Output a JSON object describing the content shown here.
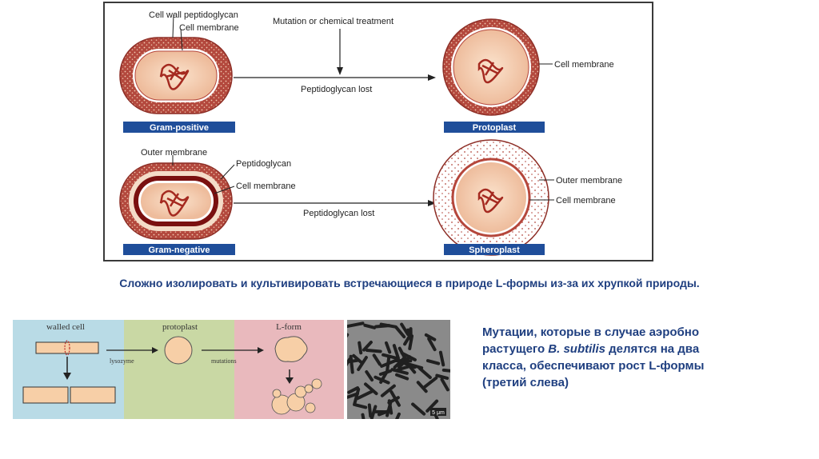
{
  "top": {
    "label_cell_wall": "Cell wall peptidoglycan",
    "label_cell_membrane_gp": "Cell membrane",
    "label_mutation": "Mutation or chemical treatment",
    "label_pg_lost_1": "Peptidoglycan lost",
    "label_cell_membrane_proto": "Cell membrane",
    "bar_gram_positive": "Gram-positive",
    "bar_protoplast": "Protoplast",
    "label_outer_membrane_gn": "Outer membrane",
    "label_peptidoglycan_gn": "Peptidoglycan",
    "label_cell_membrane_gn": "Cell membrane",
    "label_pg_lost_2": "Peptidoglycan lost",
    "label_outer_membrane_sp": "Outer membrane",
    "label_cell_membrane_sp": "Cell membrane",
    "bar_gram_negative": "Gram-negative",
    "bar_spheroplast": "Spheroplast"
  },
  "caption": "Сложно изолировать и культивировать встречающиеся в природе L-формы из-за их хрупкой природы.",
  "panels": {
    "walled_cell": "walled cell",
    "protoplast": "protoplast",
    "l_form": "L-form",
    "lysozyme": "lysozyme",
    "mutations": "mutations",
    "scale": "5 μm"
  },
  "side": {
    "line1": "Мутации, которые в случае аэробно",
    "line2_pre": "растущего ",
    "line2_em": "B. subtilis",
    "line2_post": " делятся на два",
    "line3": "класса, обеспечивают рост L-формы",
    "line4": "(третий слева)"
  },
  "colors": {
    "bar_blue": "#1f4e9a",
    "cytoplasm": "#f3d2b6",
    "wall": "#b5473c",
    "panel_blue": "#b9dbe6",
    "panel_green": "#c9d8a4",
    "panel_pink": "#e9b9bd",
    "cell_fill": "#f7cfa7",
    "text_blue": "#1f3f80"
  }
}
